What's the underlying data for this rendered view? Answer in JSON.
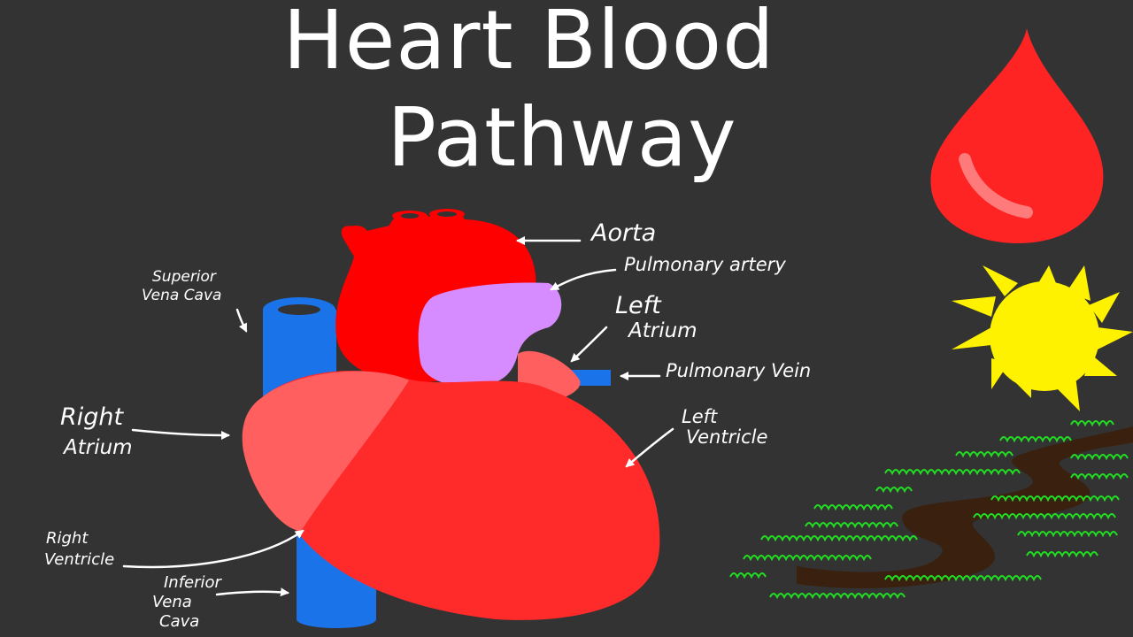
{
  "title": {
    "line1": "Heart Blood",
    "line2": "Pathway"
  },
  "labels": {
    "aorta": "Aorta",
    "pulmonary_artery": "Pulmonary artery",
    "left_atrium_1": "Left",
    "left_atrium_2": "Atrium",
    "pulmonary_vein": "Pulmonary Vein",
    "left_ventricle_1": "Left",
    "left_ventricle_2": "Ventricle",
    "superior_vena_cava_1": "Superior",
    "superior_vena_cava_2": "Vena Cava",
    "right_atrium_1": "Right",
    "right_atrium_2": "Atrium",
    "right_ventricle_1": "Right",
    "right_ventricle_2": "Ventricle",
    "inferior_vena_cava_1": "Inferior",
    "inferior_vena_cava_2": "Vena",
    "inferior_vena_cava_3": "Cava"
  },
  "colors": {
    "background": "#333333",
    "aorta": "#ff0000",
    "pulmonary_artery": "#d68cff",
    "vena_cava": "#1a73e8",
    "ventricle": "#ff2b2b",
    "atrium": "#ff5f5f",
    "blood_drop": "#ff2424",
    "sun": "#fff200",
    "grass": "#22dd22",
    "path": "#3a200e"
  }
}
